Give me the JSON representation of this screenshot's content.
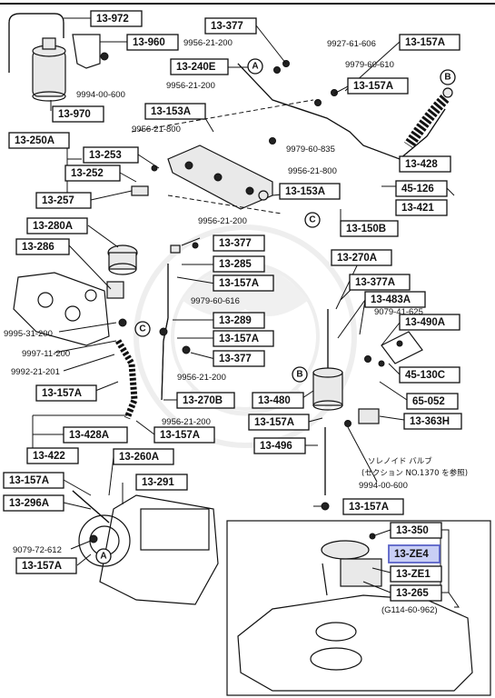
{
  "labels": {
    "l13_972": "13-972",
    "l13_960": "13-960",
    "l13_970": "13-970",
    "l13_377_top": "13-377",
    "l13_240E": "13-240E",
    "l13_157A_tr": "13-157A",
    "l13_157A_mid": "13-157A",
    "l13_153A_a": "13-153A",
    "l13_153A_b": "13-153A",
    "l13_250A": "13-250A",
    "l13_253": "13-253",
    "l13_252": "13-252",
    "l13_257": "13-257",
    "l13_428": "13-428",
    "l45_126": "45-126",
    "l13_421": "13-421",
    "l13_150B": "13-150B",
    "l13_280A": "13-280A",
    "l13_286": "13-286",
    "l13_377_b": "13-377",
    "l13_285": "13-285",
    "l13_157A_c": "13-157A",
    "l13_289": "13-289",
    "l13_157A_d": "13-157A",
    "l13_377_c": "13-377",
    "l13_270B": "13-270B",
    "l13_157A_e": "13-157A",
    "l13_157A_f": "13-157A",
    "l13_428A": "13-428A",
    "l13_422": "13-422",
    "l13_270A": "13-270A",
    "l13_377A": "13-377A",
    "l13_483A": "13-483A",
    "l13_490A": "13-490A",
    "l45_130C": "45-130C",
    "l65_052": "65-052",
    "l13_363H": "13-363H",
    "l13_480": "13-480",
    "l13_157A_g": "13-157A",
    "l13_496": "13-496",
    "l13_157A_h": "13-157A",
    "l13_260A": "13-260A",
    "l13_291": "13-291",
    "l13_157A_i": "13-157A",
    "l13_296A": "13-296A",
    "l13_157A_j": "13-157A",
    "l13_350": "13-350",
    "l13_ZE4": "13-ZE4",
    "l13_ZE1": "13-ZE1",
    "l13_265": "13-265"
  },
  "part_numbers": {
    "p9994_600_a": "9994-00-600",
    "p9956_21_200_a": "9956-21-200",
    "p9927_61_606": "9927-61-606",
    "p9979_60_610": "9979-60-610",
    "p9956_21_200_b": "9956-21-200",
    "p9956_21_800_a": "9956-21-800",
    "p9979_60_835": "9979-60-835",
    "p9956_21_800_b": "9956-21-800",
    "p9956_21_200_c": "9956-21-200",
    "p9979_60_616": "9979-60-616",
    "p9995_31_200": "9995-31-200",
    "p9997_11_200": "9997-11-200",
    "p9992_21_201": "9992-21-201",
    "p9956_21_200_d": "9956-21-200",
    "p9956_21_200_e": "9956-21-200",
    "p9079_41_625": "9079-41-625",
    "p9994_600_b": "9994-00-600",
    "p9079_72_612": "9079-72-612",
    "g114": "(G114-60-962)"
  },
  "callouts": {
    "a1": "A",
    "b1": "B",
    "c1": "C",
    "c2": "C",
    "b2": "B",
    "a2": "A"
  },
  "notes": {
    "solenoid_1": "ソレノイド バルブ",
    "solenoid_2": "(セクション NO.1370 を参照)"
  },
  "colors": {
    "line": "#111111",
    "highlight_fill": "#c9cff5",
    "highlight_stroke": "#5a63c8"
  }
}
